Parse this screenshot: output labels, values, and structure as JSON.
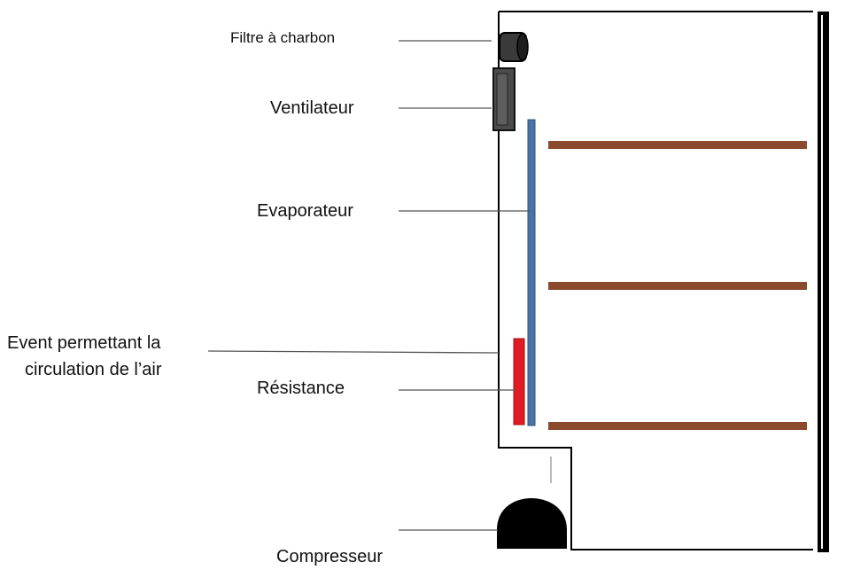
{
  "labels": {
    "filtre": "Filtre à charbon",
    "ventilateur": "Ventilateur",
    "evaporateur": "Evaporateur",
    "event_line1": "Event permettant la",
    "event_line2": "circulation de l’air",
    "resistance": "Résistance",
    "compresseur": "Compresseur"
  },
  "colors": {
    "outline": "#000000",
    "evaporator": "#4a73a8",
    "resistance": "#e01b24",
    "shelf": "#8b4a2b",
    "fan": "#4b4b4b",
    "filter": "#3a3a3a",
    "compressor": "#000000"
  }
}
